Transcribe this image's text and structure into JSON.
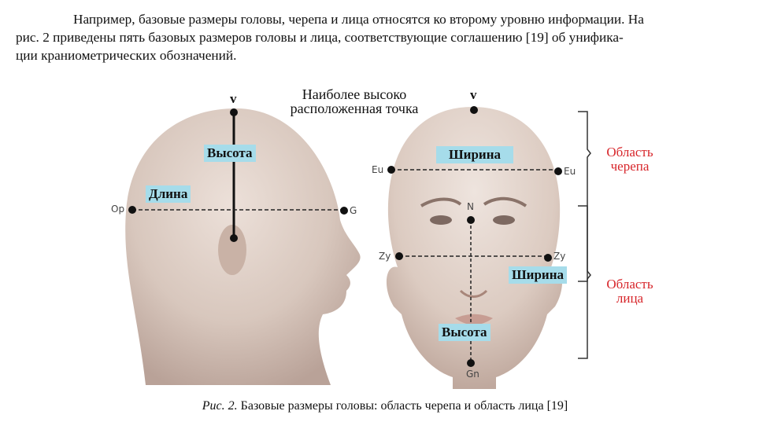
{
  "paragraph": {
    "lines": [
      "Например, базовые размеры головы, черепа и лица относятся ко второму уровню информации. На",
      "рис. 2 приведены пять базовых размеров головы и лица, соответствующие соглашению [19] об унифика-",
      "ции краниометрических обозначений."
    ]
  },
  "figure": {
    "profile_head": {
      "vertex_label": "v",
      "height_label": "Высота",
      "length_label": "Длина",
      "point_back": "Op",
      "point_front": "G"
    },
    "top_note": [
      "Наиболее высоко",
      "расположенная точка"
    ],
    "front_head": {
      "vertex_label": "v",
      "skull_width_label": "Ширина",
      "eu_left": "Eu",
      "eu_right": "Eu",
      "nasion": "N",
      "zy_left": "Zy",
      "zy_right": "Zy",
      "face_width_label": "Ширина",
      "face_height_label": "Высота",
      "gnathion": "Gn"
    },
    "regions": {
      "skull": [
        "Область",
        "черепа"
      ],
      "face": [
        "Область",
        "лица"
      ],
      "color": "#d7262b"
    },
    "label_bg_color": "#a6dcea"
  },
  "caption": {
    "prefix": "Рис. 2.",
    "text": " Базовые размеры головы: область черепа и область лица [19]"
  }
}
